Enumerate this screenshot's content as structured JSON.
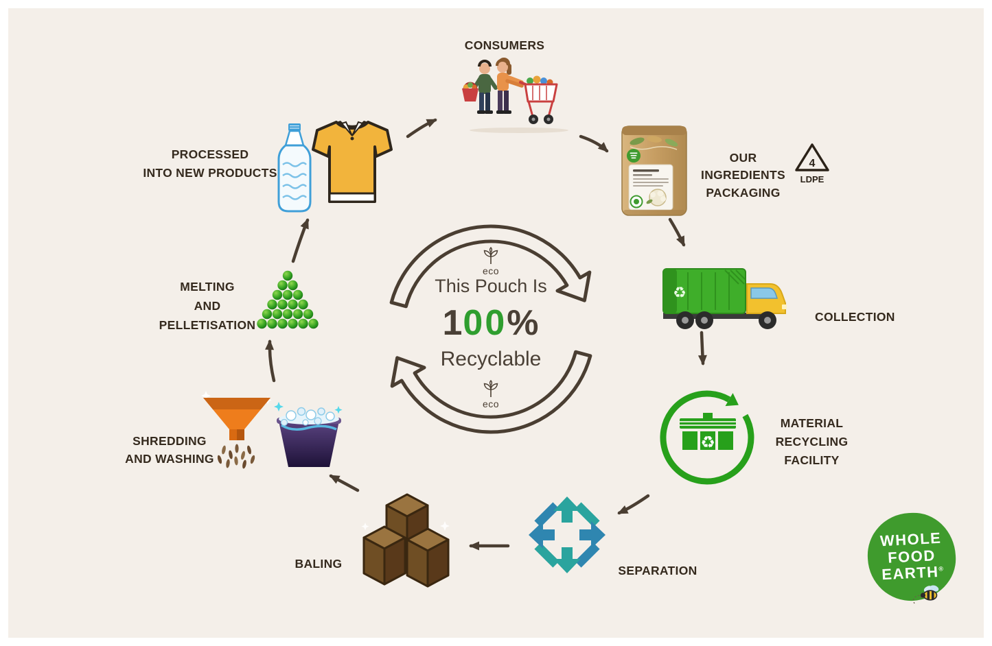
{
  "center": {
    "eco_top": "eco",
    "eco_bottom": "eco",
    "line1": "This Pouch Is",
    "big_prefix": "1",
    "big_green": "00",
    "big_suffix": "%",
    "line2": "Recyclable"
  },
  "stages": {
    "consumers": {
      "label": "CONSUMERS"
    },
    "packaging": {
      "line1": "OUR INGREDIENTS",
      "line2": "PACKAGING",
      "resin_number": "4",
      "resin_code": "LDPE"
    },
    "collection": {
      "label": "COLLECTION"
    },
    "mrf": {
      "line1": "MATERIAL",
      "line2": "RECYCLING",
      "line3": "FACILITY"
    },
    "separation": {
      "label": "SEPARATION"
    },
    "baling": {
      "label": "BALING"
    },
    "shredding": {
      "line1": "SHREDDING",
      "line2": "AND WASHING"
    },
    "melting": {
      "line1": "MELTING",
      "line2": "AND",
      "line3": "PELLETISATION"
    },
    "processed": {
      "line1": "PROCESSED",
      "line2": "INTO NEW PRODUCTS"
    }
  },
  "icons": {
    "recycle": "♻"
  },
  "logo": {
    "line1": "WHOLE",
    "line2": "FOOD",
    "line3": "EARTH",
    "registered": "®"
  },
  "colors": {
    "background": "#f4efe9",
    "label_ink": "#352a1e",
    "arrow": "#4a3e32",
    "accent_green": "#2f9e2f",
    "logo_green": "#3f9b2d",
    "facility_green": "#27a01b",
    "truck_green": "#3fae2a",
    "cab_yellow": "#f2c12e",
    "separation_teal": "#2aa49e",
    "funnel_orange": "#ee7d1c",
    "bale_brown": "#6f4e24"
  }
}
